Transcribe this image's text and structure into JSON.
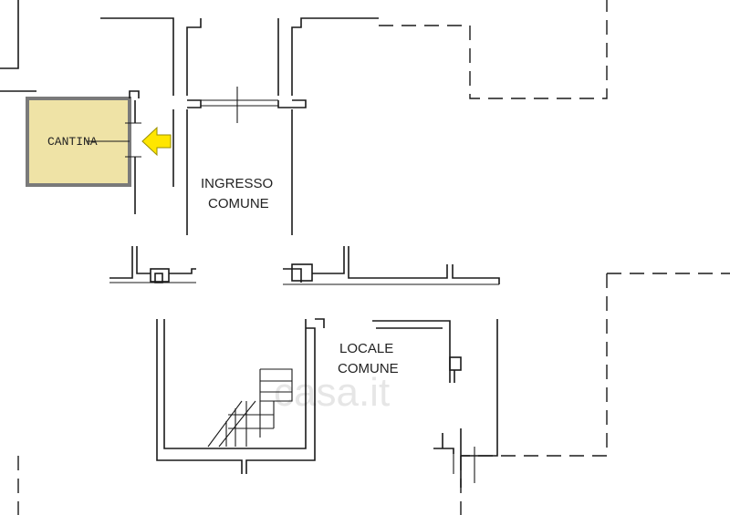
{
  "rooms": {
    "cantina": {
      "label": "CANTINA",
      "highlight_color": "#efe3a6",
      "border_color": "#7a7a7a"
    },
    "ingresso": {
      "line1": "INGRESSO",
      "line2": "COMUNE"
    },
    "locale": {
      "line1": "LOCALE",
      "line2": "COMUNE"
    }
  },
  "marker": {
    "icon": "arrow-left-icon",
    "color": "#ffe600"
  },
  "watermark": {
    "text": "casa.it"
  }
}
